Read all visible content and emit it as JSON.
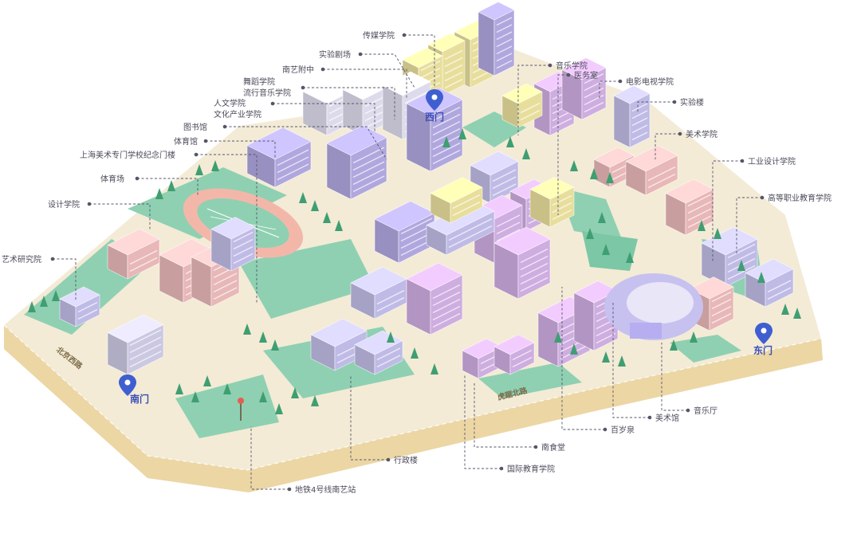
{
  "labels": {
    "media": "传媒学院",
    "theater": "实验剧场",
    "affiliated_school": "南艺附中",
    "dance": "舞蹈学院",
    "pop_music": "流行音乐学院",
    "humanities": "人文学院",
    "culture_industry": "文化产业学院",
    "library": "图书馆",
    "gymnasium": "体育馆",
    "memorial_gate": "上海美术专门学校纪念门楼",
    "sports_field": "体育场",
    "design": "设计学院",
    "art_research": "艺术研究院",
    "music": "音乐学院",
    "clinic": "医务室",
    "film_tv": "电影电视学院",
    "lab_building": "实验楼",
    "fine_arts": "美术学院",
    "industrial_design": "工业设计学院",
    "vocational": "高等职业教育学院",
    "concert_hall": "音乐厅",
    "art_museum": "美术馆",
    "century_spring": "百岁泉",
    "south_canteen": "南食堂",
    "intl_education": "国际教育学院",
    "admin_building": "行政楼",
    "metro_station": "地铁4号线南艺站"
  },
  "gates": {
    "west": "西门",
    "east": "东门",
    "south": "南门"
  },
  "roads": {
    "beijing_west": "北京西路",
    "huju_north": "虎踞北路"
  },
  "colors": {
    "ground": "#f3ebd6",
    "plinth_side": "#e6cf97",
    "plinth_front": "#f0dcae",
    "lawn": "#8fd0b2",
    "tree": "#3f9e72",
    "purple": "#b9b0ea",
    "pink": "#f4c1c1",
    "yellow": "#f4eaa4",
    "lilac": "#d9b6ec",
    "gate_pin": "#3f5fd0",
    "leader": "#55556a"
  }
}
